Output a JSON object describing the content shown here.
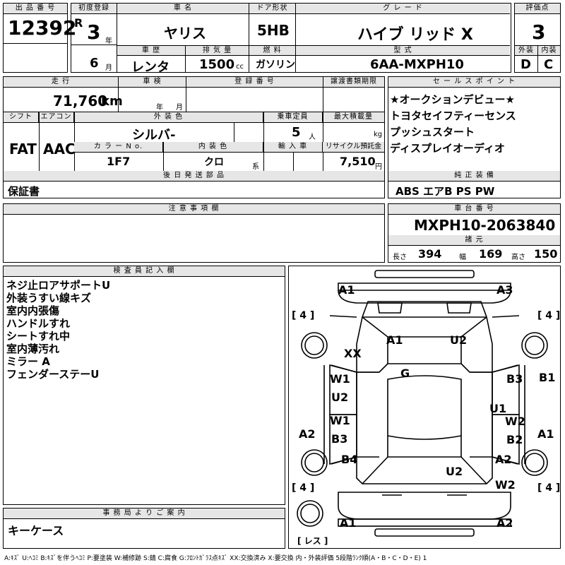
{
  "labels": {
    "auction_no": "出 品 番 号",
    "first_reg": "初度登録",
    "car_name": "車 名",
    "door": "ドア形状",
    "grade": "グ レ ー ド",
    "score": "評価点",
    "year_unit": "年",
    "month_unit": "月",
    "history": "車 歴",
    "displacement": "排 気 量",
    "cc_unit": "cc",
    "fuel": "燃 料",
    "model": "型 式",
    "exterior": "外装",
    "interior": "内装",
    "mileage": "走 行",
    "inspection": "車 検",
    "reg_no": "登 録 番 号",
    "transfer_deadline": "譲渡書類期限",
    "km_unit": "km",
    "insp_year": "年",
    "insp_month": "月",
    "shift": "シフト",
    "aircon": "エアコン",
    "ext_color": "外 装 色",
    "capacity": "乗車定員",
    "max_load": "最大積載量",
    "persons_unit": "人",
    "kg_unit": "kg",
    "color_no": "カ ラ ー N o.",
    "int_color": "内 装 色",
    "import": "輸 入 車",
    "recycle": "リサイクル預託金",
    "kei": "系",
    "yen": "円",
    "later_parts": "後 日 発 送 部 品",
    "sales_points": "セ ー ル ス ポ イ ン ト",
    "genuine": "純 正 装 備",
    "notes": "注 意 事 項 欄",
    "chassis": "車 台 番 号",
    "dims": "諸 元",
    "length": "長さ",
    "width": "幅",
    "height": "高さ",
    "inspector": "検 査 員 記 入 欄",
    "office": "事 務 局 よ り ご 案 内"
  },
  "values": {
    "auction_no": "12392",
    "era": "R",
    "year": "3",
    "month": "6",
    "car_name": "ヤリス",
    "door": "5HB",
    "grade": "ハイブ リッド X",
    "score": "3",
    "history": "レンタ",
    "displacement": "1500",
    "fuel": "ガソリン",
    "model": "6AA-MXPH10",
    "exterior_grade": "D",
    "interior_grade": "C",
    "mileage": "71,760",
    "shift": "FAT",
    "aircon": "AAC",
    "ext_color": "シルバ-",
    "capacity": "5",
    "color_no": "1F7",
    "int_color": "クロ",
    "recycle": "7,510",
    "later_parts": "保証書",
    "genuine": "ABS エアB PS PW",
    "chassis": "MXPH10-2063840",
    "length": "394",
    "width": "169",
    "height": "150",
    "office": "キーケース"
  },
  "sales_points": [
    "★オークションデビュー★",
    "トヨタセイフティーセンス",
    "プッシュスタート",
    "ディスプレイオーディオ"
  ],
  "inspector_notes": [
    "ネジ止ロアサポートU",
    "外装うすい線キズ",
    "室内内張傷",
    "ハンドルすれ",
    "シートすれ中",
    "室内薄汚れ",
    "ミラー A",
    "フェンダーステーU"
  ],
  "diagram": {
    "tire_labels": [
      "[ 4 ]",
      "[ 4 ]",
      "[ 4 ]",
      "[ 4 ]"
    ],
    "spare": "[ レス ]",
    "marks": [
      "A1",
      "A3",
      "XX",
      "A1",
      "U2",
      "G",
      "W1",
      "U2",
      "W1",
      "B3",
      "B4",
      "A2",
      "B3",
      "B1",
      "U1",
      "W2",
      "B2",
      "A1",
      "A2",
      "U2",
      "W2",
      "A1",
      "A2"
    ]
  },
  "legend": "A:ｷｽﾞ U:ﾍｺﾐ B:ｷｽﾞを伴うﾍｺﾐ P:要塗装 W:補修跡 S:錆 C:腐食 G:ﾌﾛﾝﾄｶﾞﾗｽ点ｷｽﾞ XX:交換済み X:要交換  内・外装評価 5段階ﾗﾝｸ順(A・B・C・D・E) 1"
}
